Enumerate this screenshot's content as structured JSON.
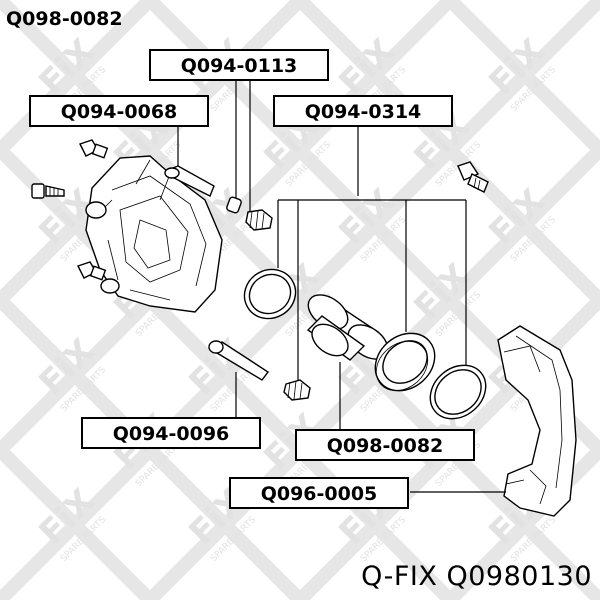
{
  "header_code": "Q098-0082",
  "footer": {
    "brand": "Q-FIX",
    "code": "Q0980130"
  },
  "watermark": {
    "mark": "FiX",
    "tagline": "SPARE PARTS"
  },
  "callouts": {
    "pin_bolt": "Q094-0113",
    "guide_pin_upper": "Q094-0068",
    "seal_kit": "Q094-0314",
    "guide_pin_lower": "Q094-0096",
    "piston": "Q098-0082",
    "bracket": "Q096-0005"
  }
}
